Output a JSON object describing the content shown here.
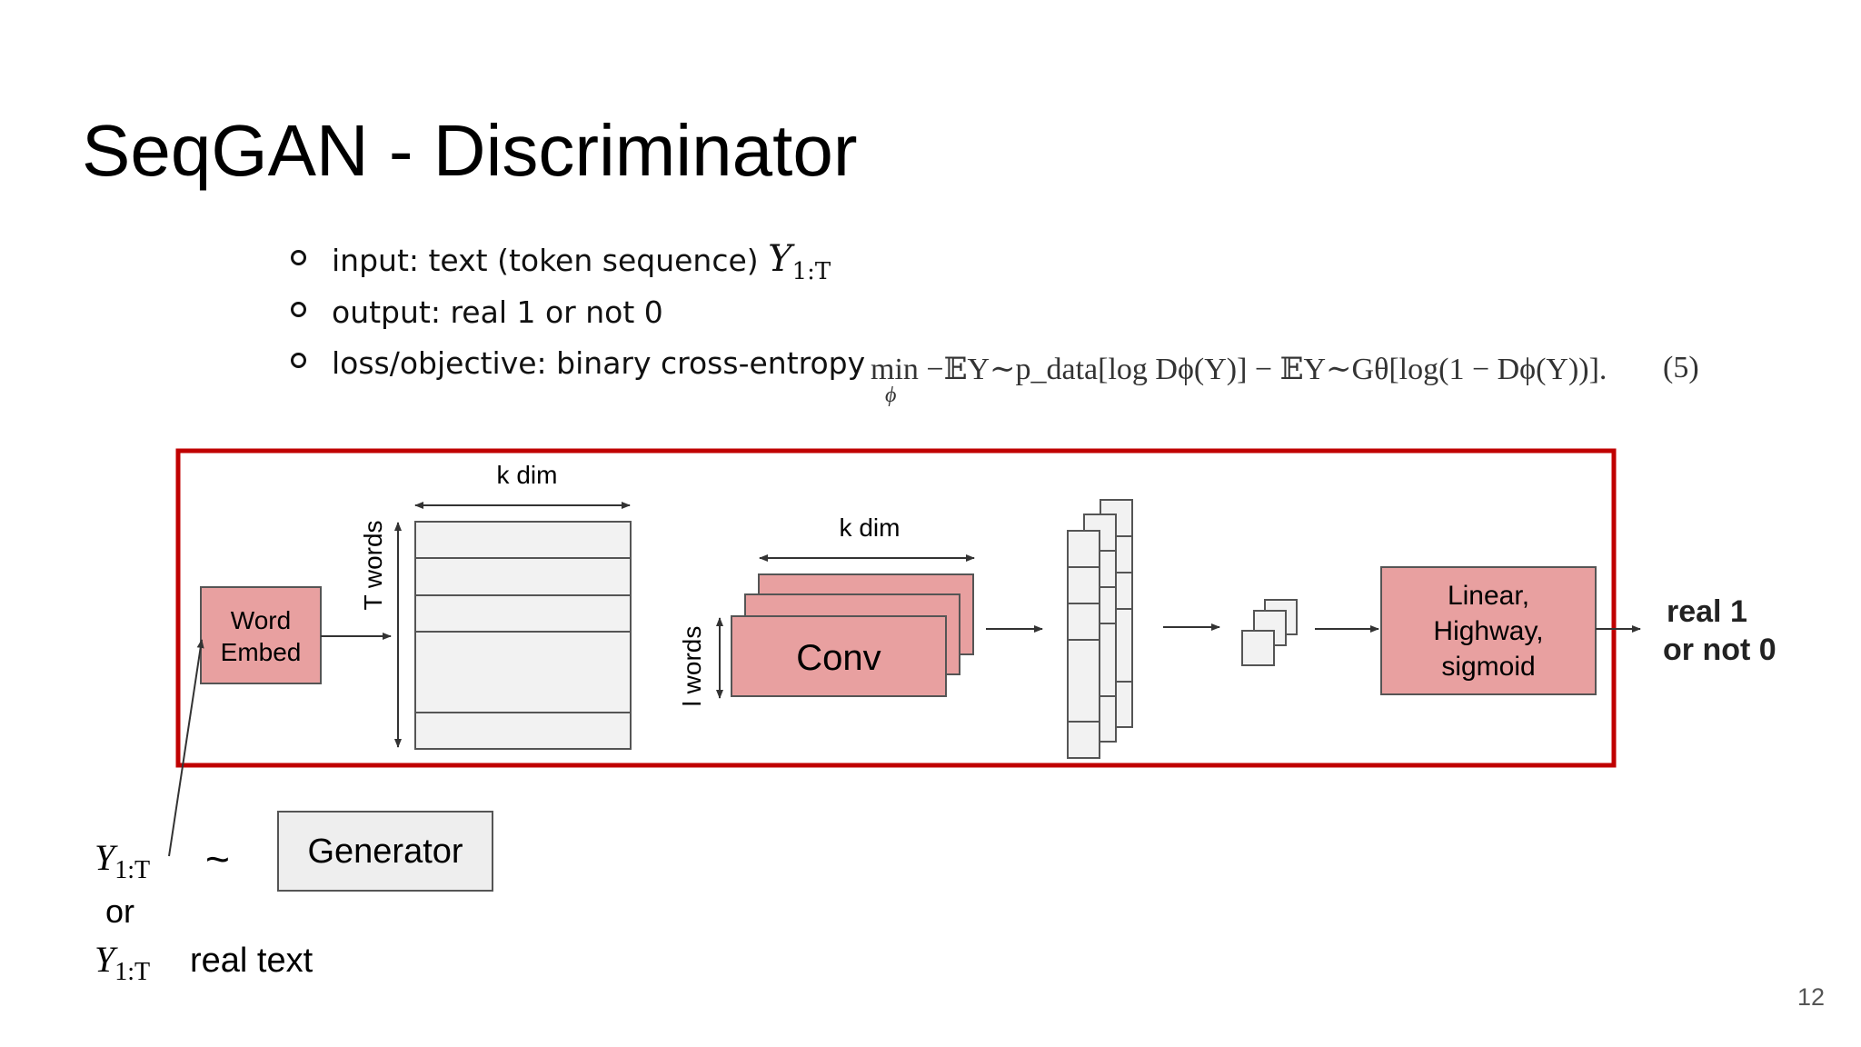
{
  "title": "SeqGAN - Discriminator",
  "bullets": [
    {
      "text": "input: text (token sequence)",
      "math": "Y",
      "math_sub": "1:T"
    },
    {
      "text": "output: real 1 or not 0"
    },
    {
      "text": "loss/objective: binary cross-entropy"
    }
  ],
  "formula": {
    "expression": "min −𝔼Y∼p_data[log Dϕ(Y)] − 𝔼Y∼Gθ[log(1 − Dϕ(Y))].",
    "min_under": "ϕ",
    "number": "(5)"
  },
  "diagram": {
    "word_embed": [
      "Word",
      "Embed"
    ],
    "t_words": "T words",
    "k_dim_1": "k dim",
    "k_dim_2": "k dim",
    "l_words": "l words",
    "conv": "Conv",
    "output_block": [
      "Linear,",
      "Highway,",
      "sigmoid"
    ],
    "output_label": [
      "real 1",
      "or not 0"
    ],
    "frame_color": "#c00000",
    "block_color": "#e8a0a0"
  },
  "input": {
    "y_symbol": "Y",
    "y_sub": "1:T",
    "tilde": "~",
    "generator": "Generator",
    "or": "or",
    "real_text": "real text"
  },
  "page_number": "12"
}
